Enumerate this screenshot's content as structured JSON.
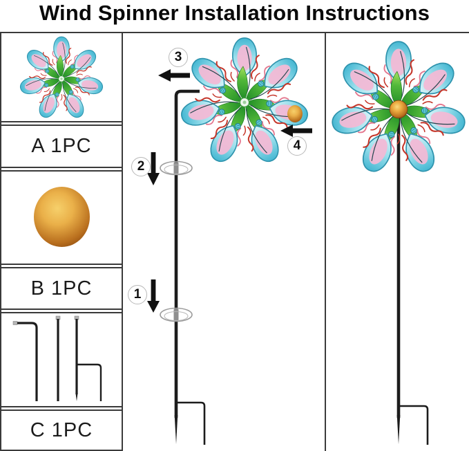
{
  "title": "Wind Spinner Installation Instructions",
  "parts": [
    {
      "label": "A 1PC"
    },
    {
      "label": "B 1PC"
    },
    {
      "label": "C 1PC"
    }
  ],
  "step_numbers": [
    "1",
    "2",
    "3",
    "4"
  ],
  "colors": {
    "line": "#1c1c1c",
    "border": "#3a3a3a",
    "petal_outline": "#2e93ad",
    "petal_blue": "#45b7d2",
    "petal_blue_light": "#d9f3f8",
    "petal_pink": "#f2b9d5",
    "coral_red": "#c53529",
    "coral_pink": "#e4788f",
    "leaf_green": "#1f8c26",
    "leaf_green_light": "#a9e25d",
    "bead_cyan": "#5fc9d8",
    "spoke": "#24454d",
    "gold": "#e8a93c",
    "gold_dark": "#6e3206",
    "connector_gray": "#9c9c9c"
  }
}
